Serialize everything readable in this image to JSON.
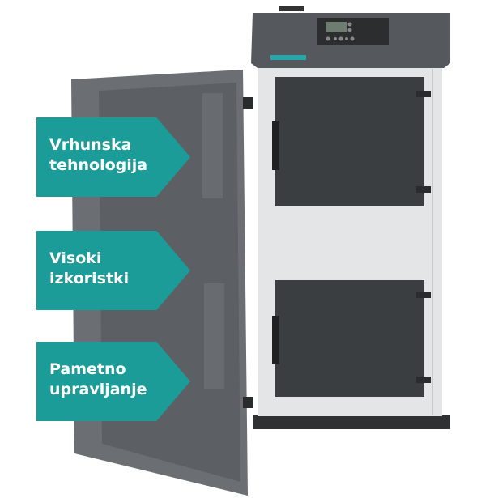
{
  "colors": {
    "accent": "#1c9c99",
    "body": "#e4e5e6",
    "dark": "#4a4d50"
  },
  "features": [
    {
      "line1": "Vrhunska",
      "line2": "tehnologija"
    },
    {
      "line1": "Visoki",
      "line2": "izkoristki"
    },
    {
      "line1": "Pametno",
      "line2": "upravljanje"
    }
  ]
}
